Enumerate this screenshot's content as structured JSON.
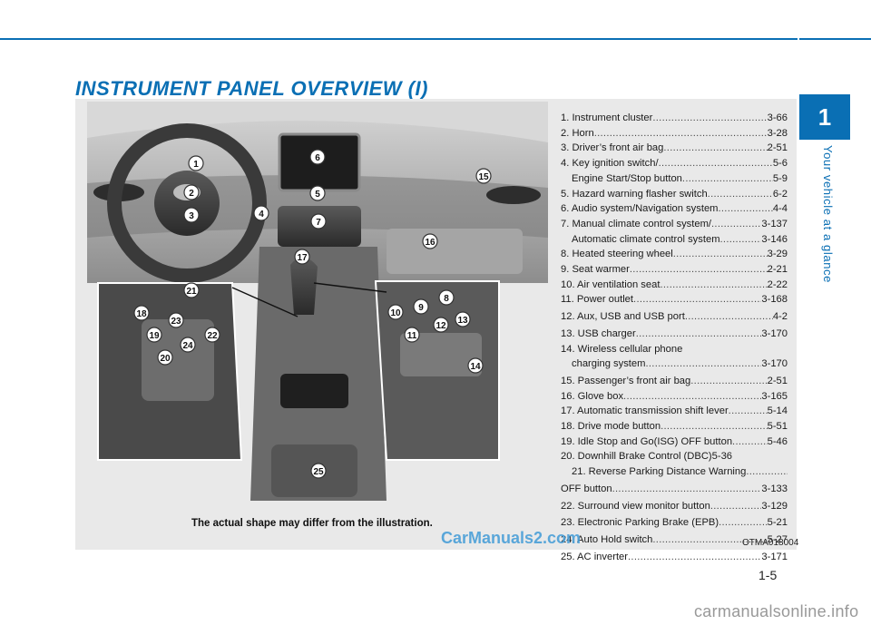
{
  "header": {
    "title": "INSTRUMENT PANEL OVERVIEW (I)"
  },
  "sidebar": {
    "chapter": "1",
    "chapter_title": "Your vehicle at a glance"
  },
  "figure": {
    "caption_note": "The actual shape may differ from the illustration.",
    "code": "OTMA018004",
    "callout_numbers": [
      "1",
      "2",
      "3",
      "4",
      "5",
      "6",
      "7",
      "8",
      "9",
      "10",
      "11",
      "12",
      "13",
      "14",
      "15",
      "16",
      "17",
      "18",
      "19",
      "20",
      "21",
      "22",
      "23",
      "24",
      "25"
    ]
  },
  "items": [
    {
      "label": "1. Instrument cluster",
      "page": "3-66"
    },
    {
      "label": "2. Horn",
      "page": "3-28"
    },
    {
      "label": "3. Driver’s front air bag",
      "page": "2-51"
    },
    {
      "label": "4. Key ignition switch/",
      "page": "5-6"
    },
    {
      "label": "Engine Start/Stop button",
      "page": "5-9"
    },
    {
      "label": "5. Hazard warning flasher switch",
      "page": "6-2"
    },
    {
      "label": "6. Audio system/Navigation system",
      "page": "4-4"
    },
    {
      "label": "7. Manual climate control system/",
      "page": "3-137"
    },
    {
      "label": "Automatic climate control system",
      "page": "3-146"
    },
    {
      "label": "8. Heated steering wheel",
      "page": "3-29"
    },
    {
      "label": "9. Seat warmer",
      "page": "2-21"
    },
    {
      "label": "10. Air ventilation seat",
      "page": "2-22"
    },
    {
      "label": "11. Power outlet",
      "page": "3-168"
    },
    {
      "label": "12. Aux, USB and USB port",
      "page": "4-2"
    },
    {
      "label": "13. USB charger",
      "page": "3-170"
    },
    {
      "label": "14. Wireless cellular phone",
      "page": ""
    },
    {
      "label": "charging system",
      "page": "3-170"
    },
    {
      "label": "15. Passenger’s front air bag",
      "page": "2-51"
    },
    {
      "label": "16. Glove box",
      "page": "3-165"
    },
    {
      "label": "17. Automatic transmission shift lever",
      "page": "5-14"
    },
    {
      "label": "18. Drive mode button",
      "page": "5-51"
    },
    {
      "label": "19. Idle Stop and Go(ISG) OFF button",
      "page": "5-46"
    },
    {
      "label": "20. Downhill Brake Control (DBC)",
      "page": "5-36"
    },
    {
      "label": "21. Reverse Parking Distance Warning",
      "page": ""
    },
    {
      "label": "OFF button",
      "page": "3-133"
    },
    {
      "label": "22. Surround view monitor button",
      "page": "3-129"
    },
    {
      "label": "23. Electronic Parking Brake (EPB)",
      "page": "5-21"
    },
    {
      "label": "24. Auto Hold switch",
      "page": "5-27"
    },
    {
      "label": "25. AC inverter",
      "page": "3-171"
    }
  ],
  "footer": {
    "page_number": "1-5",
    "watermark": "CarManuals2.com",
    "site_mark": "carmanualsonline.info"
  },
  "colors": {
    "accent": "#0a6fb4",
    "panel_bg": "#e9e9e9"
  }
}
